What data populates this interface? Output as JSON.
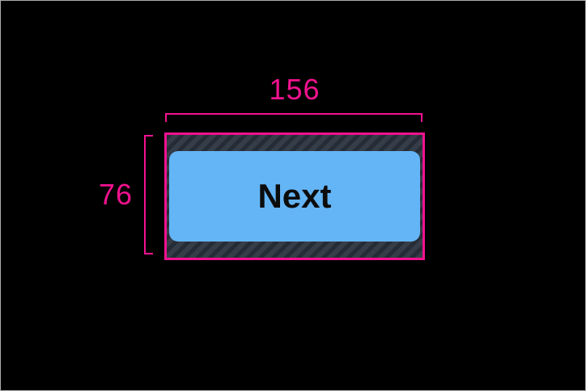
{
  "measurements": {
    "width": "156",
    "height": "76"
  },
  "button": {
    "label": "Next"
  },
  "colors": {
    "measurement_pink": "#F2128F",
    "button_blue": "#64B5F6",
    "button_text": "#0C0C0C",
    "hatch_base": "#353D49",
    "hatch_stripe": "#262C36",
    "background": "#000000",
    "frame_border": "#ADADAD"
  }
}
